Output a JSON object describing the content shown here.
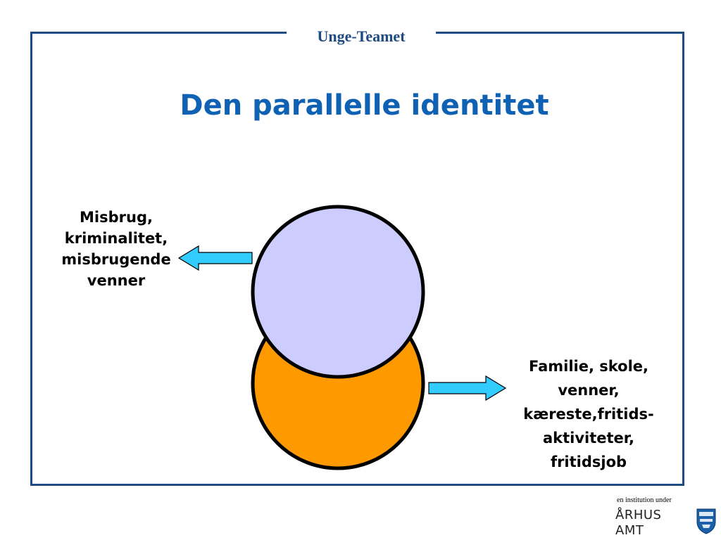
{
  "header": {
    "label": "Unge-Teamet"
  },
  "title": "Den parallelle identitet",
  "diagram": {
    "top_circle_label": "",
    "bottom_circle_label": "",
    "left_text_lines": [
      "Misbrug,",
      "kriminalitet,",
      "misbrugende",
      "venner"
    ],
    "right_text_lines": [
      "Familie, skole,",
      "venner,",
      "kæreste,fritids-",
      "aktiviteter,",
      "fritidsjob"
    ],
    "colors": {
      "top_circle": "#ccccff",
      "bottom_circle": "#ff9900",
      "arrows": "#33ccff",
      "outline": "#000000",
      "frame": "#1e4b83",
      "title": "#0f62b3"
    }
  },
  "footer": {
    "caption": "en institution under",
    "logo_text": "ÅRHUS AMT",
    "logo_icon": "shield-emblem-icon"
  }
}
